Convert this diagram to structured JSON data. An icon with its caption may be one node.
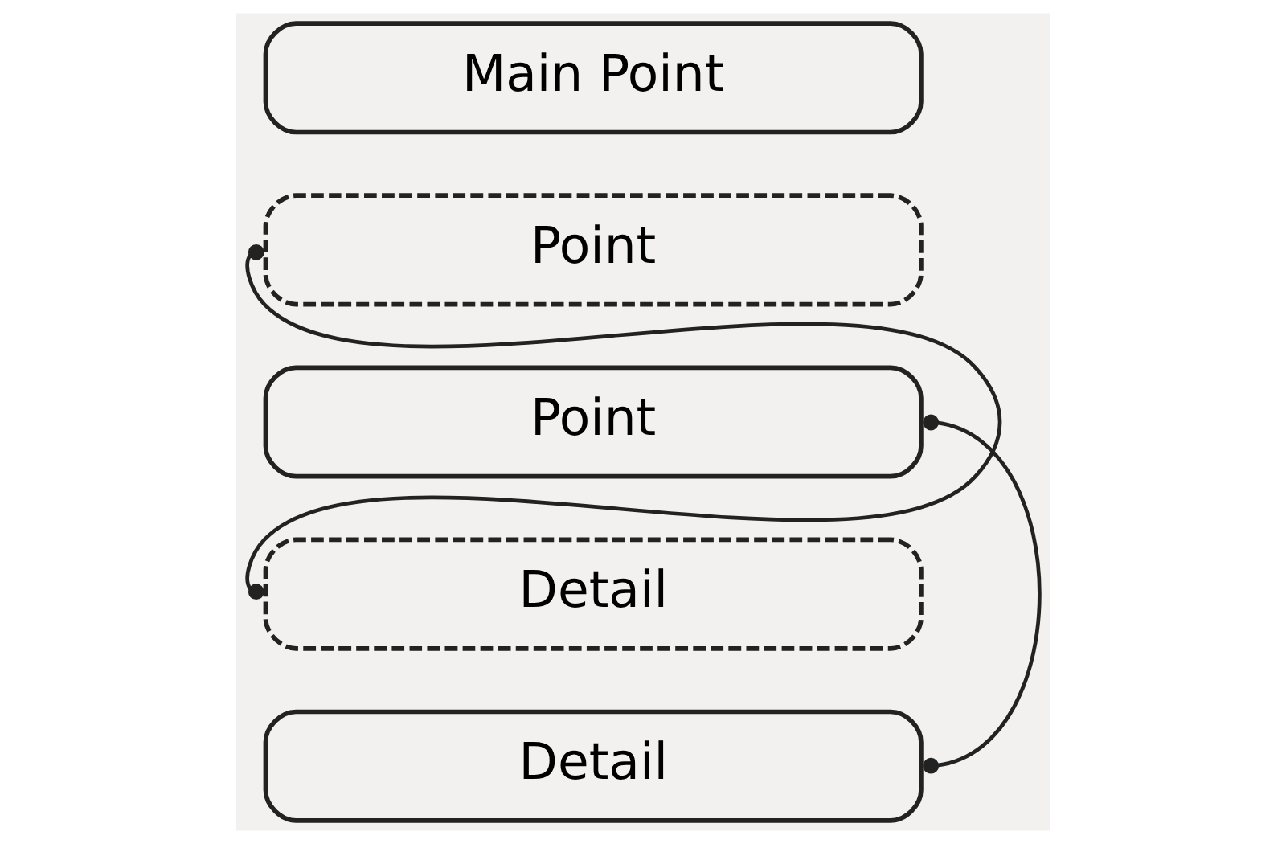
{
  "diagram": {
    "nodes": [
      {
        "text": [
          "Main Point"
        ]
      },
      {
        "text": [
          "Point"
        ]
      },
      {
        "text": [
          "Point"
        ]
      },
      {
        "text": [
          "Detail"
        ]
      },
      {
        "text": [
          "Detail"
        ]
      }
    ],
    "edges": [
      {
        "from": 1,
        "to": 3,
        "arrow": "other"
      },
      {
        "from": 2,
        "to": 4,
        "arrow": "other"
      }
    ]
  }
}
